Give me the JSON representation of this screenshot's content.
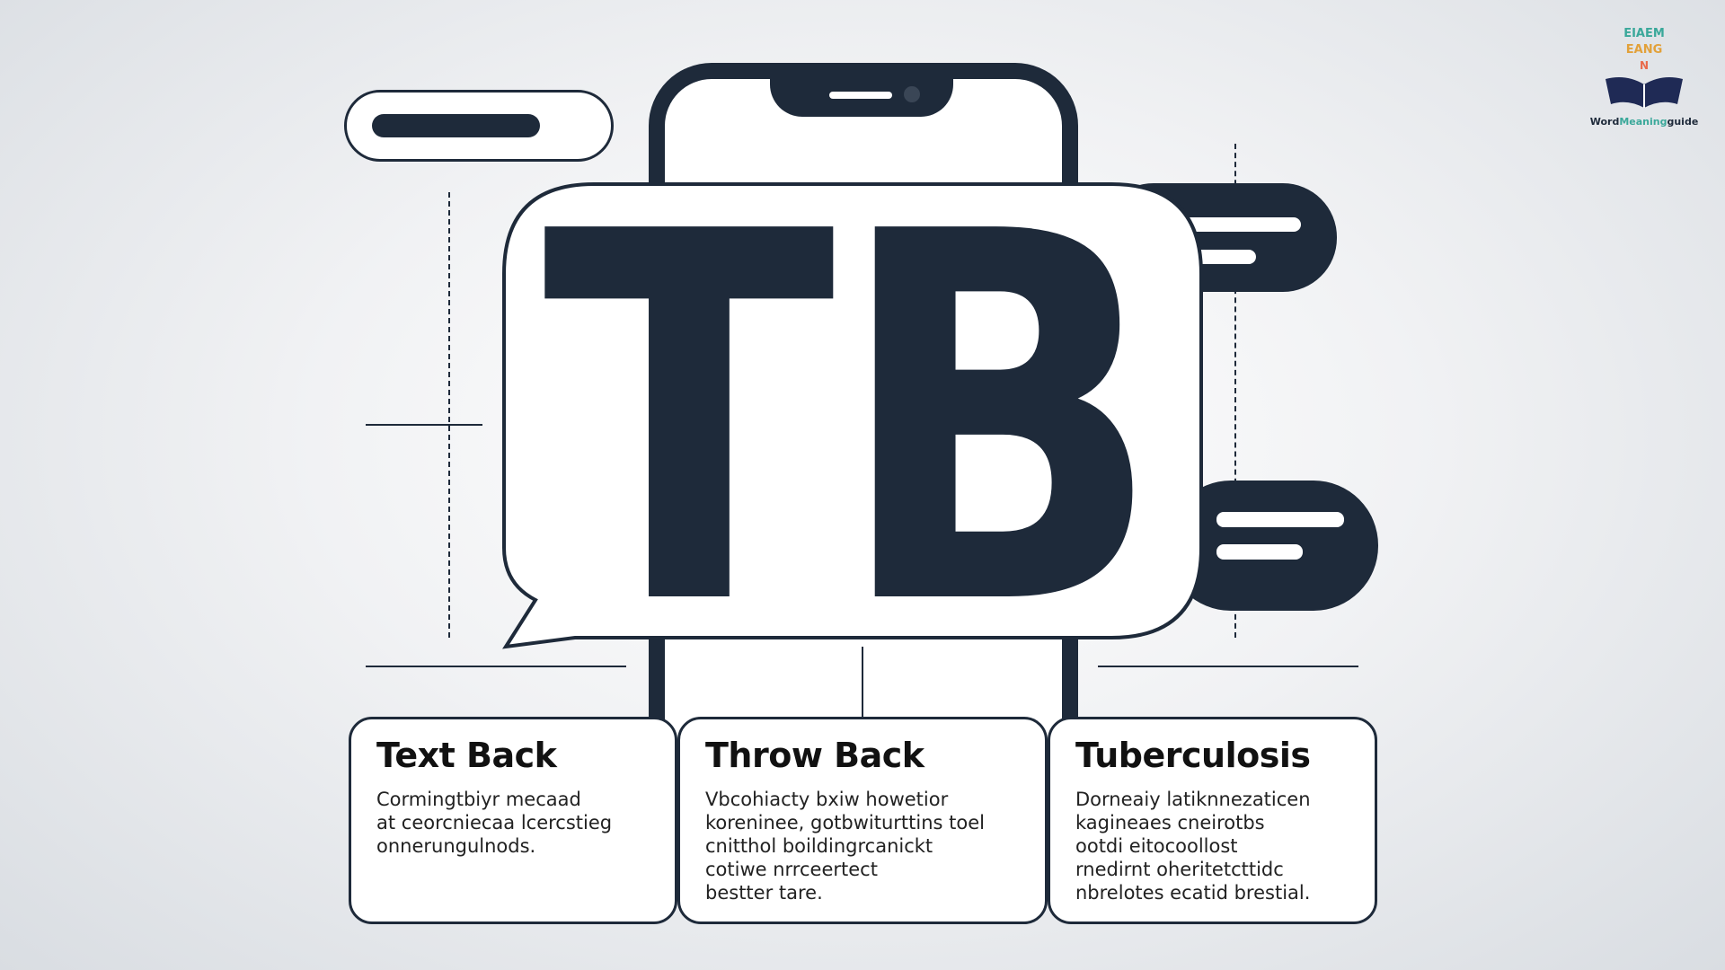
{
  "hero": {
    "letters": "TB"
  },
  "cards": [
    {
      "title": "Text Back",
      "body": [
        "Cormingtbiyr mecaad",
        "at ceorcniecaa lcercstieg",
        "onnerungulnods."
      ]
    },
    {
      "title": "Throw Back",
      "body": [
        "Vbcohiacty bxiw howetior",
        "koreninee, gotbwiturttins toel",
        "cnitthol boildingrcanickt",
        "cotiwe nrrceertect",
        "bestter tare."
      ]
    },
    {
      "title": "Tuberculosis",
      "body": [
        "Dorneaiy latiknnezaticen",
        "kagineaes cneirotbs",
        "ootdi eitocoollost",
        "rnedirnt oheritetcttidc",
        "nbrelotes ecatid brestial."
      ]
    }
  ],
  "logo": {
    "letters": "EIAEM EANG N",
    "brand_word": "Word",
    "brand_accent": "Meaning",
    "brand_tail": "guide"
  },
  "colors": {
    "primary": "#1e2a3a",
    "background": "#eef0f2",
    "logo_accent": "#3aa89a"
  }
}
